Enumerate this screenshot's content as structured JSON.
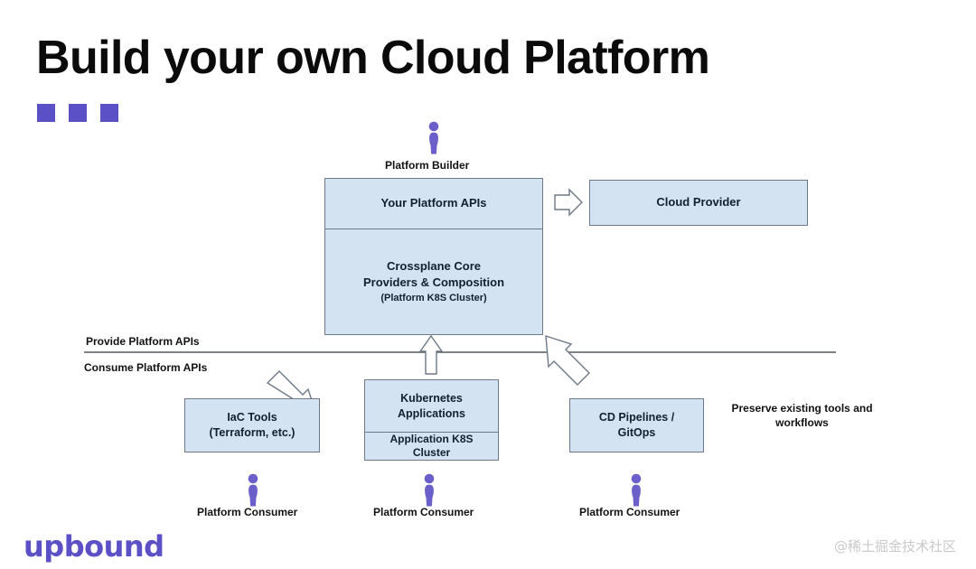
{
  "slide": {
    "title": "Build your own Cloud Platform",
    "accent_color": "#5c50c6",
    "box_fill": "#d3e3f2",
    "box_border": "#6d7987"
  },
  "actors": {
    "platform_builder": "Platform Builder",
    "platform_consumer_1": "Platform Consumer",
    "platform_consumer_2": "Platform Consumer",
    "platform_consumer_3": "Platform Consumer"
  },
  "boxes": {
    "your_platform_apis": "Your Platform APIs",
    "crossplane_core_line1": "Crossplane Core",
    "crossplane_core_line2": "Providers & Composition",
    "crossplane_core_sub": "(Platform K8S Cluster)",
    "cloud_provider": "Cloud Provider",
    "iac_tools_line1": "IaC Tools",
    "iac_tools_line2": "(Terraform, etc.)",
    "kubernetes_apps_line1": "Kubernetes",
    "kubernetes_apps_line2": "Applications",
    "application_k8s_line1": "Application K8S",
    "application_k8s_line2": "Cluster",
    "cd_pipelines_line1": "CD Pipelines /",
    "cd_pipelines_line2": "GitOps"
  },
  "labels": {
    "provide_platform_apis": "Provide Platform APIs",
    "consume_platform_apis": "Consume Platform APIs",
    "preserve_tools": "Preserve existing tools and workflows"
  },
  "footer": {
    "logo_text": "upbound",
    "watermark": "@稀土掘金技术社区"
  }
}
